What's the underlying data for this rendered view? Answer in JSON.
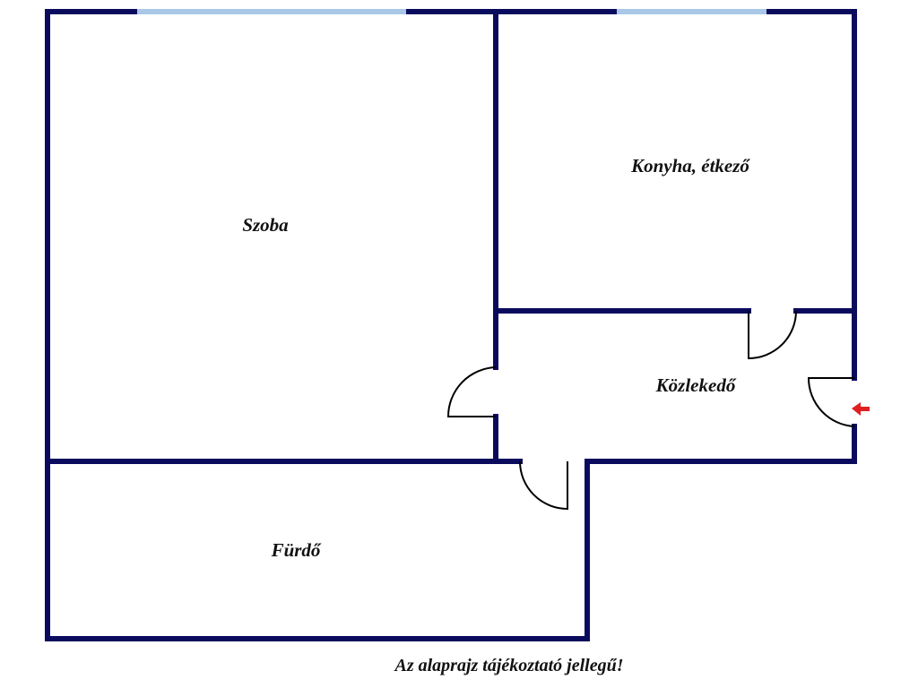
{
  "plan": {
    "rooms": {
      "living": "Szoba",
      "kitchen": "Konyha, étkező",
      "hallway": "Közlekedő",
      "bathroom": "Fürdő"
    },
    "disclaimer": "Az alaprajz tájékoztató jellegű!",
    "colors": {
      "wall": "#0b0b5e",
      "window": "#a9c8e8",
      "door": "#000000",
      "entrance_arrow": "#e02020"
    },
    "entrance_icon": "arrow-left-icon"
  }
}
